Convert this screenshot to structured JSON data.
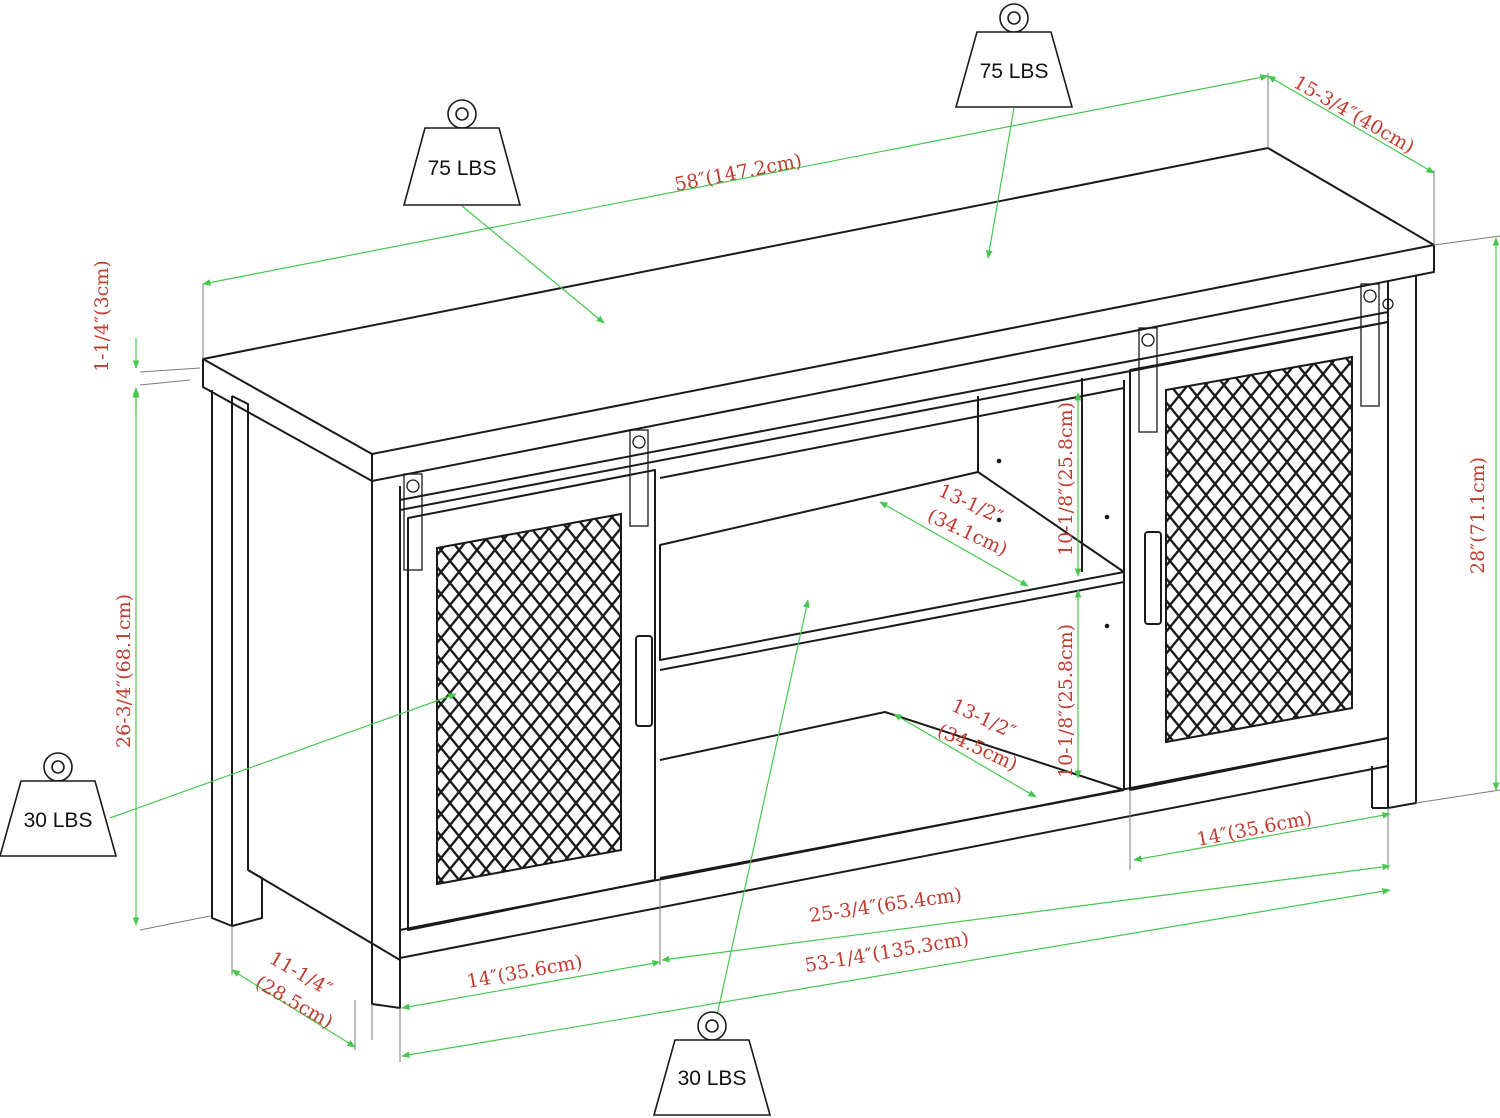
{
  "colors": {
    "dimension_text": "#c23a2e",
    "dimension_line": "#46c84e",
    "drawing_line": "#1a1a1a",
    "background": "#ffffff"
  },
  "weights": [
    {
      "id": "top-left",
      "label": "75 LBS",
      "icon": "weight-icon"
    },
    {
      "id": "top-right",
      "label": "75 LBS",
      "icon": "weight-icon"
    },
    {
      "id": "shelf",
      "label": "30 LBS",
      "icon": "weight-icon"
    },
    {
      "id": "bottom",
      "label": "30 LBS",
      "icon": "weight-icon"
    }
  ],
  "dimensions": {
    "overall_width": "58″(147.2cm)",
    "depth_top": "15-3/4″(40cm)",
    "top_thickness": "1-1/4″(3cm)",
    "overall_height": "28″(71.1cm)",
    "inner_height": "26-3/4″(68.1cm)",
    "upper_opening_height": "10-1/8″(25.8cm)",
    "lower_opening_height": "10-1/8″(25.8cm)",
    "upper_shelf_depth_line1": "13-1/2″",
    "upper_shelf_depth_line2": "(34.1cm)",
    "lower_shelf_depth_line1": "13-1/2″",
    "lower_shelf_depth_line2": "(34.5cm)",
    "right_door_width": "14″(35.6cm)",
    "center_opening_width": "25-3/4″(65.4cm)",
    "base_width": "53-1/4″(135.3cm)",
    "left_door_width": "14″(35.6cm)",
    "side_depth_line1": "11-1/4″",
    "side_depth_line2": "(28.5cm)"
  }
}
